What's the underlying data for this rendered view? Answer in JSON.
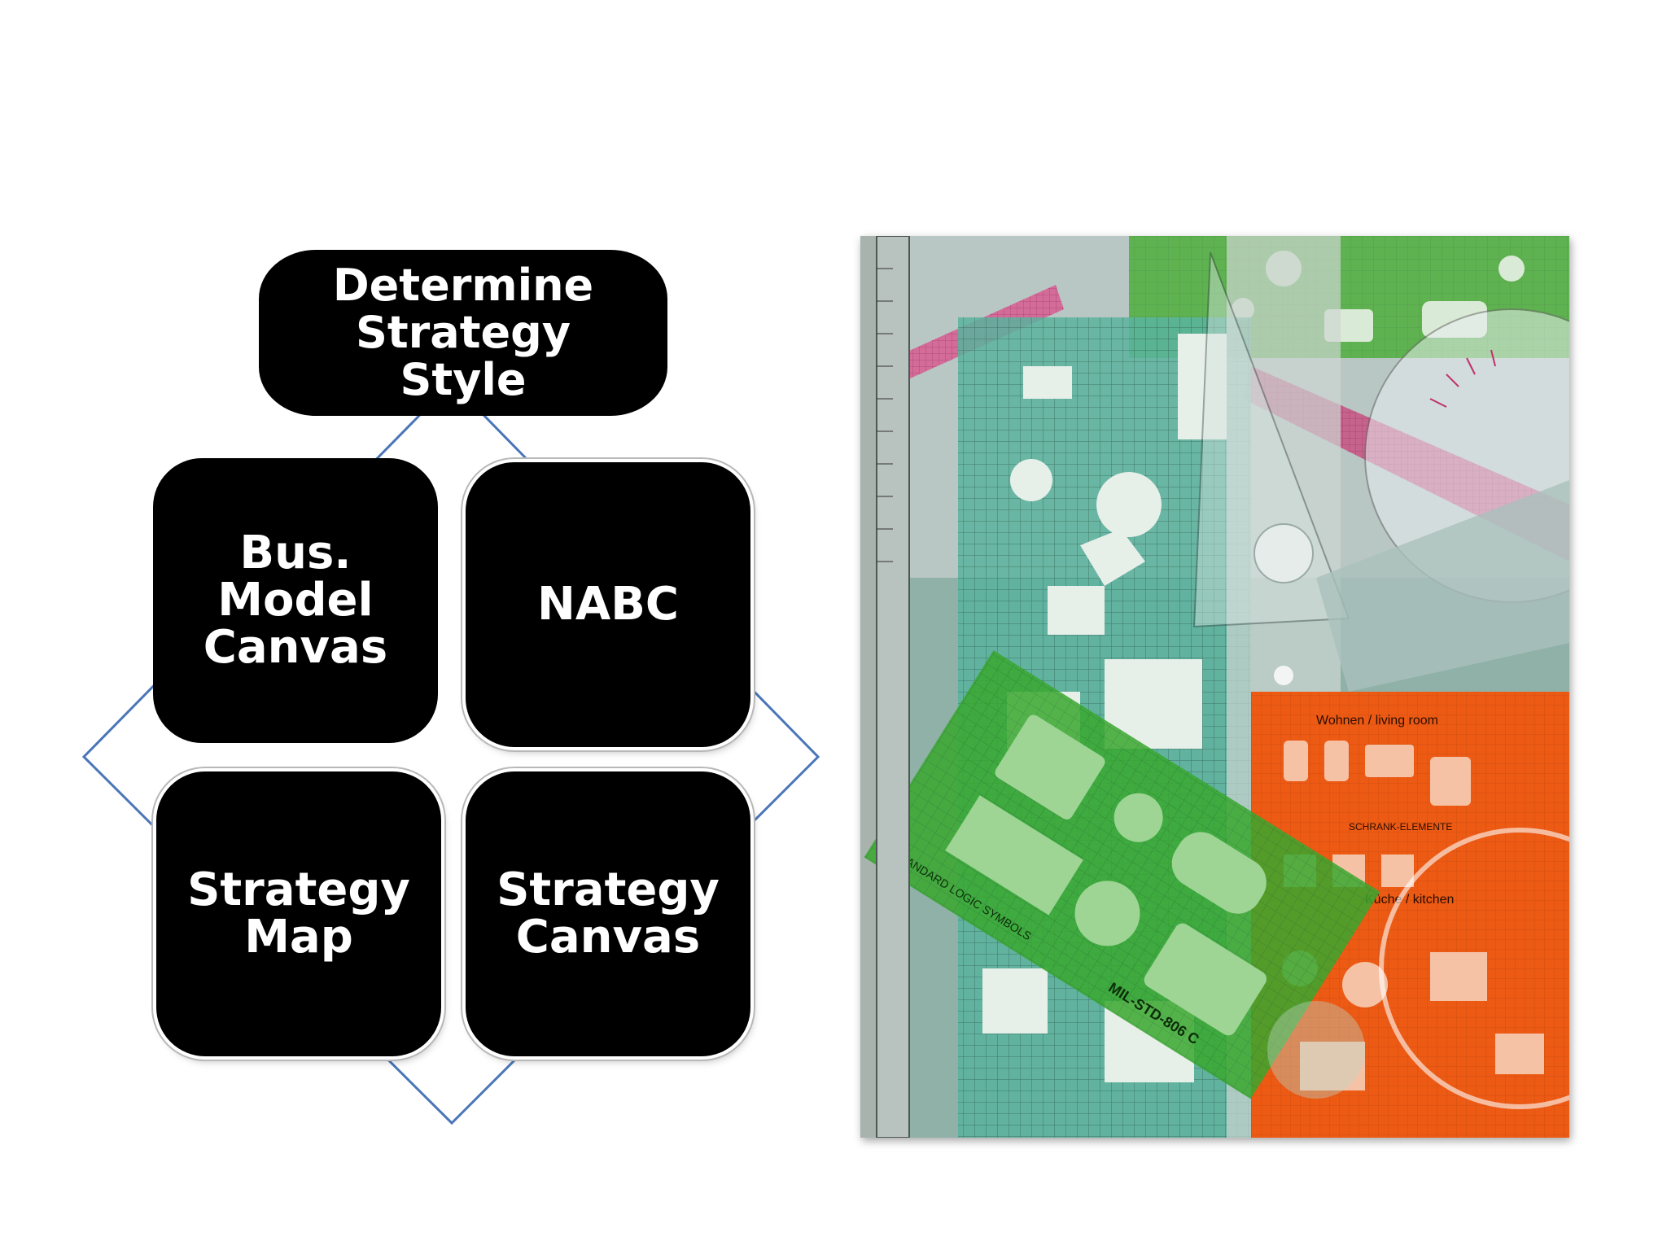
{
  "diagram": {
    "top": {
      "label": "Determine\nStrategy\nStyle"
    },
    "tiles": [
      {
        "label": "Bus.\nModel\nCanvas"
      },
      {
        "label": "NABC"
      },
      {
        "label": "Strategy\nMap"
      },
      {
        "label": "Strategy\nCanvas"
      }
    ],
    "connector_color": "#4a76b8"
  },
  "photo": {
    "subject": "drafting stencils and rulers",
    "visible_text": [
      "Wohnen / living room",
      "SCHRANK-ELEMENTE",
      "STANDARD LOGIC SYMBOLS",
      "MIL-STD-806 C",
      "Küche / kitchen"
    ]
  }
}
